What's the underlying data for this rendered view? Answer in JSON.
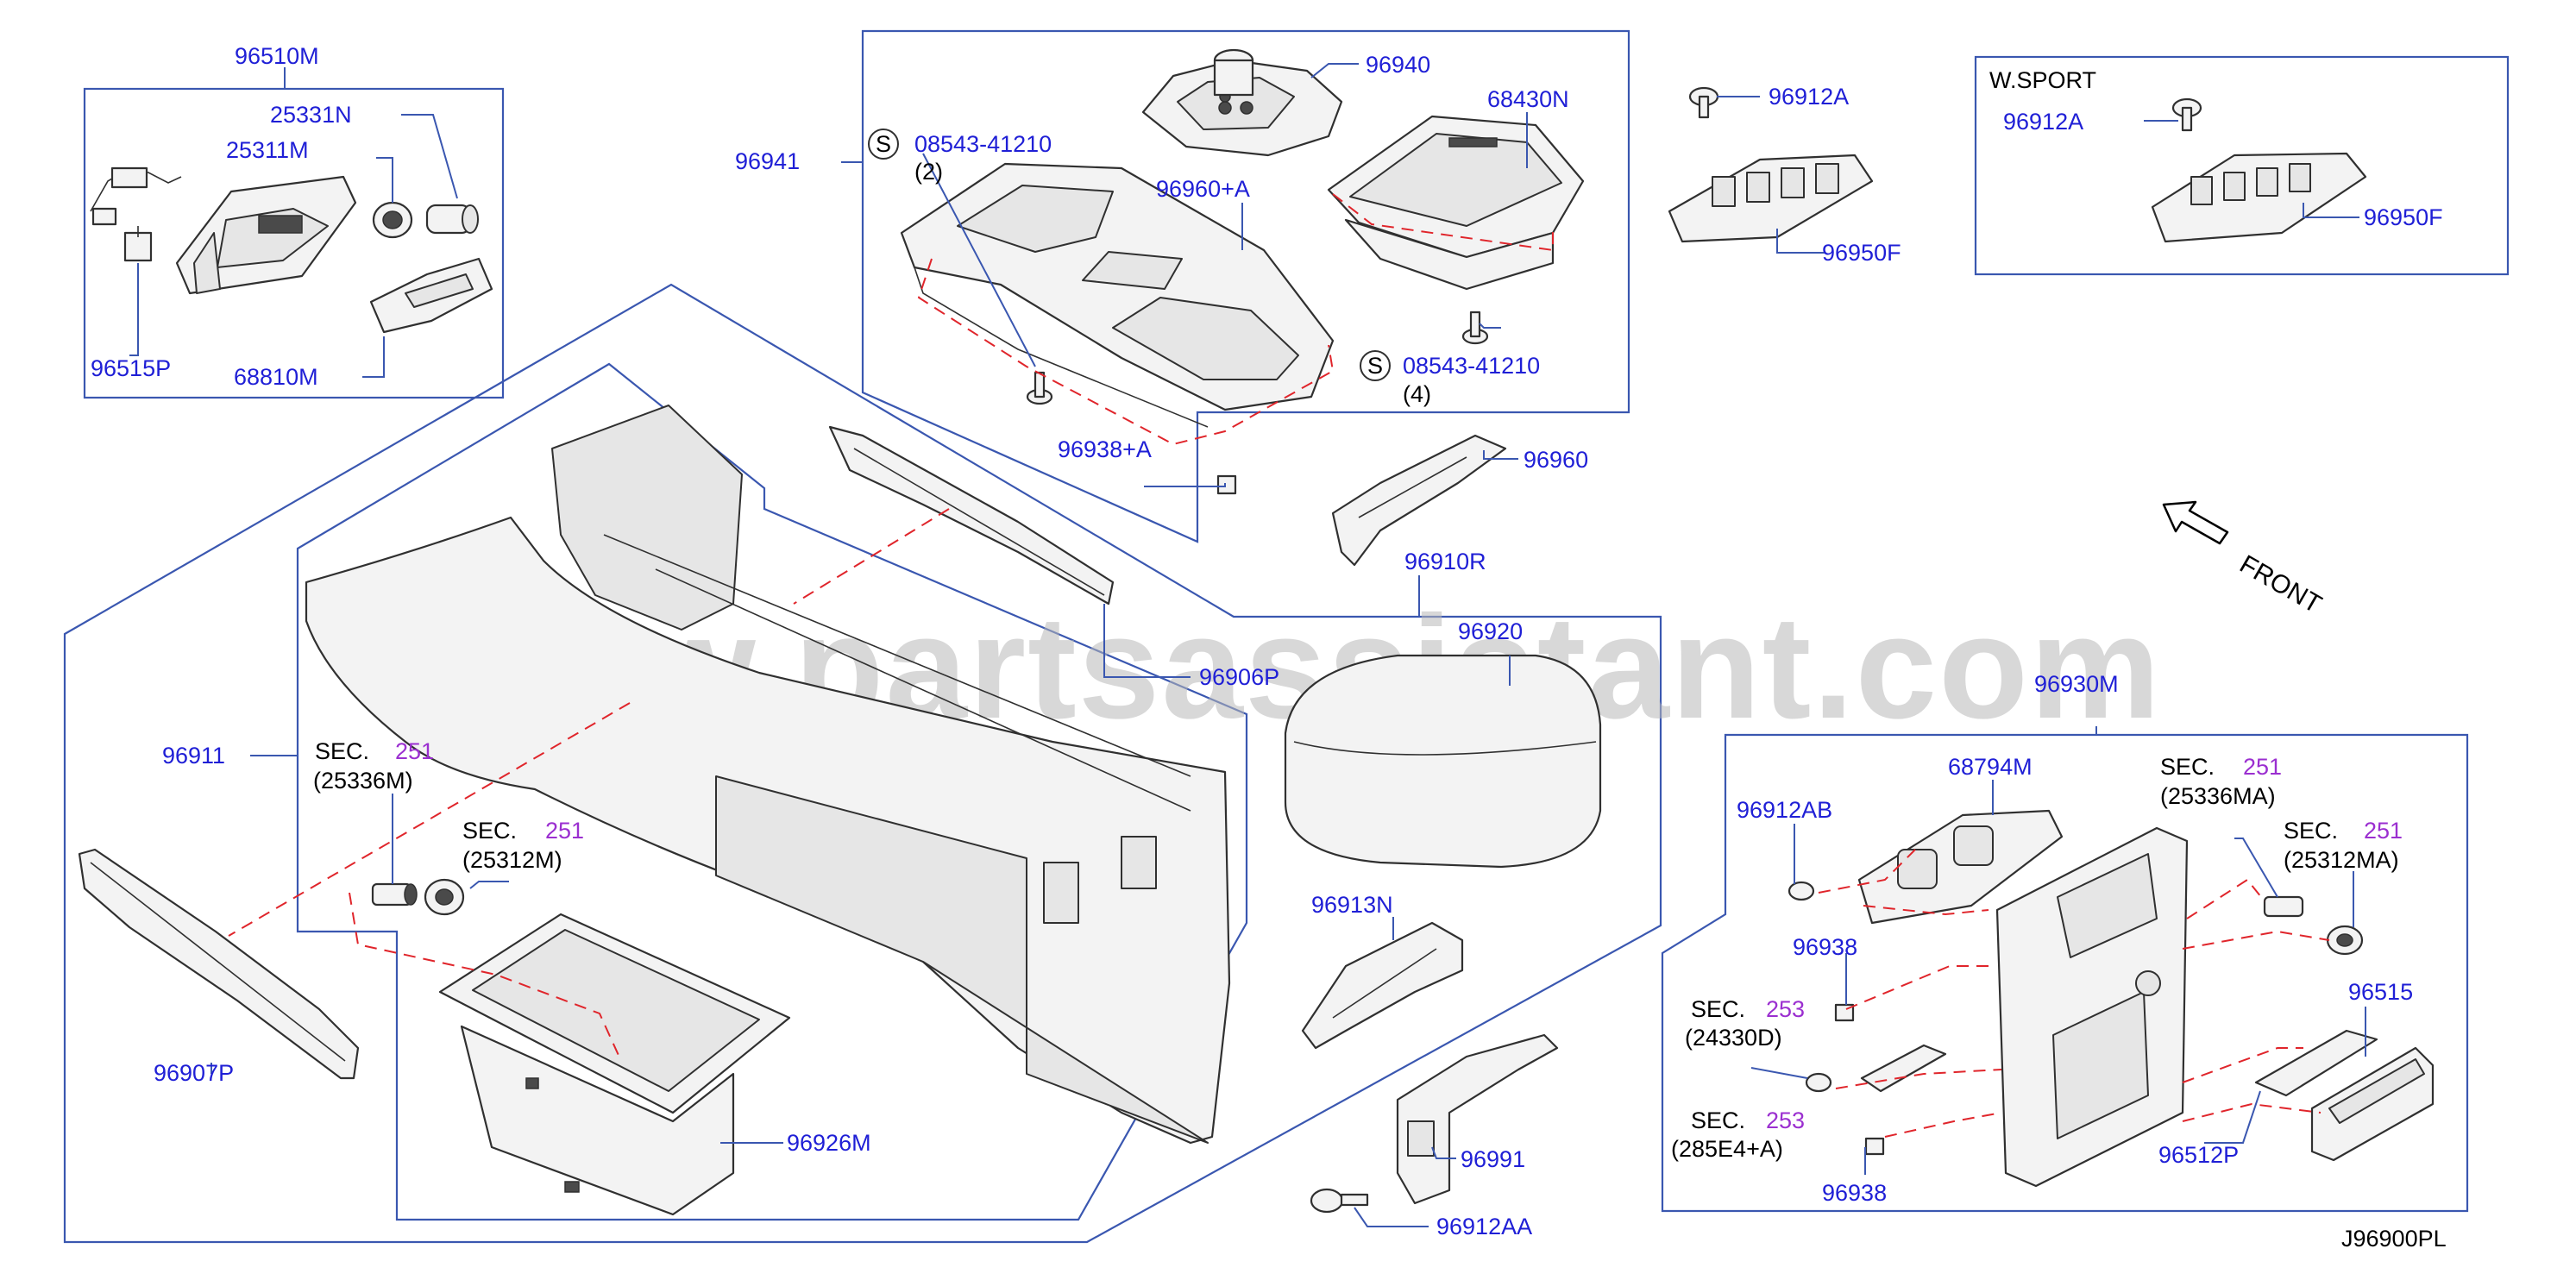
{
  "watermark": "www.partsassistant.com",
  "diagram_code": "J96900PL",
  "front_label": "FRONT",
  "callout_s": "S",
  "labels": {
    "p96510M": "96510M",
    "p25331N": "25331N",
    "p25311M": "25311M",
    "p96515P": "96515P",
    "p68810M": "68810M",
    "p96941": "96941",
    "p96940": "96940",
    "p68430N": "68430N",
    "screw_a_part": "08543-41210",
    "screw_a_qty": "(2)",
    "p96960A": "96960+A",
    "screw_b_part": "08543-41210",
    "screw_b_qty": "(4)",
    "p96938A": "96938+A",
    "p96960": "96960",
    "p96912A": "96912A",
    "p96950F": "96950F",
    "wsport_title": "W.SPORT",
    "wsport_96912A": "96912A",
    "wsport_96950F": "96950F",
    "p96910R": "96910R",
    "p96920": "96920",
    "p96906P": "96906P",
    "p96911": "96911",
    "sec_a_text": "SEC.",
    "sec_a_num": "251",
    "sec_a_ref": "(25336M)",
    "sec_b_text": "SEC.",
    "sec_b_num": "251",
    "sec_b_ref": "(25312M)",
    "p96907P": "96907P",
    "p96926M": "96926M",
    "p96913N": "96913N",
    "p96991": "96991",
    "p96912AA": "96912AA",
    "p96930M": "96930M",
    "p96912AB": "96912AB",
    "p68794M": "68794M",
    "sec_c_text": "SEC.",
    "sec_c_num": "251",
    "sec_c_ref": "(25336MA)",
    "sec_d_text": "SEC.",
    "sec_d_num": "251",
    "sec_d_ref": "(25312MA)",
    "p96938_upper": "96938",
    "sec_e_text": "SEC.",
    "sec_e_num": "253",
    "sec_e_ref": "(24330D)",
    "sec_f_text": "SEC.",
    "sec_f_num": "253",
    "sec_f_ref": "(285E4+A)",
    "p96938_lower": "96938",
    "p96515": "96515",
    "p96512P": "96512P"
  },
  "colors": {
    "part_number_text": "#1f1fd6",
    "section_number_text": "#9b2fd0",
    "leader_and_frame_lines": "#3a57b0",
    "alignment_dash_lines": "#e0252b",
    "watermark": "#b9b9b9"
  }
}
